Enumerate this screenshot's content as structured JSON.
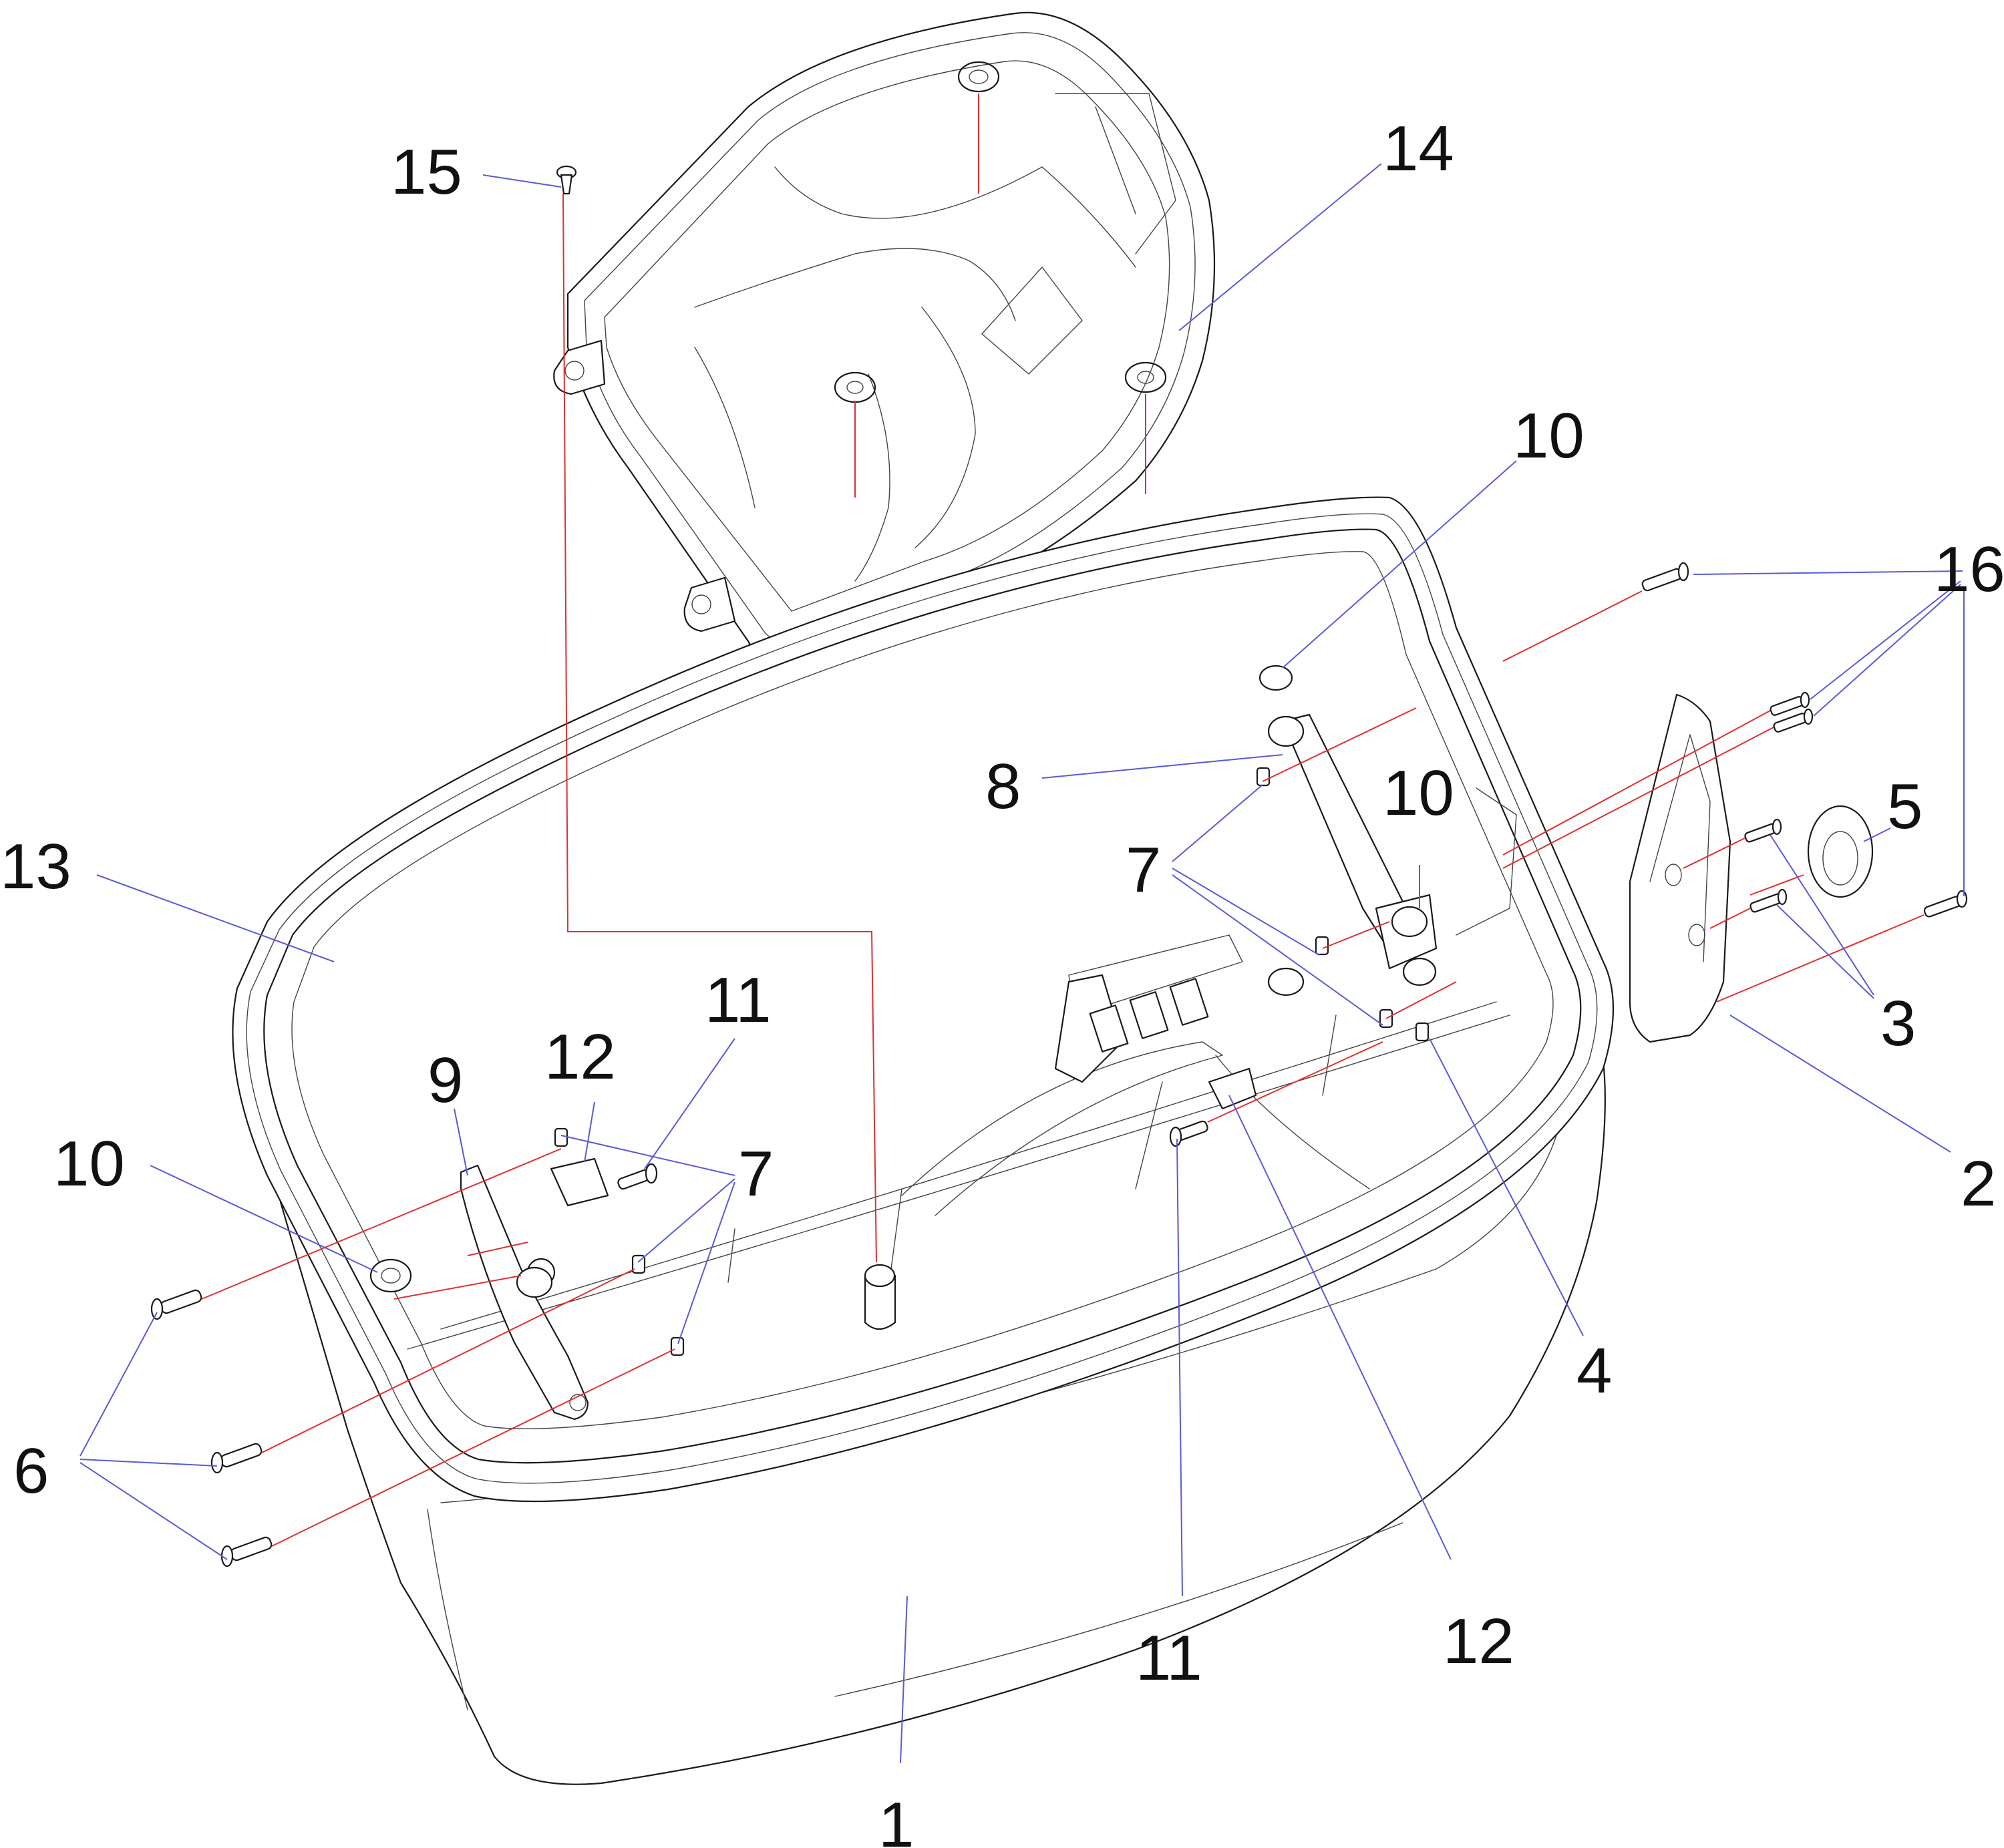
{
  "diagram": {
    "callouts": {
      "c1": "1",
      "c2": "2",
      "c3": "3",
      "c4": "4",
      "c5": "5",
      "c6": "6",
      "c7a": "7",
      "c7b": "7",
      "c8": "8",
      "c9": "9",
      "c10a": "10",
      "c10b": "10",
      "c10c": "10",
      "c11a": "11",
      "c11b": "11",
      "c12a": "12",
      "c12b": "12",
      "c13": "13",
      "c14": "14",
      "c15": "15",
      "c16": "16"
    },
    "colors": {
      "leader_lines": "#5a5ad8",
      "assembly_axes": "#e03030",
      "part_outline": "#1a1a1a"
    }
  }
}
